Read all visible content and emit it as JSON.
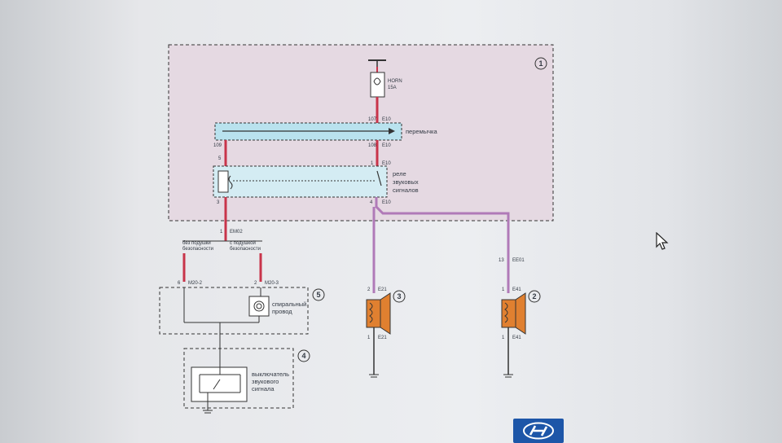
{
  "diagram": {
    "fuse": {
      "name": "HORN",
      "rating": "15A",
      "pin_top": "107",
      "connector_top": "E10"
    },
    "jumper": {
      "label": "перемычка",
      "pin_left": "109",
      "pin_right": "108",
      "connector": "E10"
    },
    "relay": {
      "label_line1": "реле",
      "label_line2": "звуковых",
      "label_line3": "сигналов",
      "pin_top_left": "5",
      "pin_top_right": "1",
      "pin_bottom_left": "3",
      "pin_bottom_right": "4",
      "connector_top": "E10",
      "connector_bottom": "E10"
    },
    "em_connector": {
      "pin": "1",
      "name": "EM02"
    },
    "branch_left": {
      "line1": "без подушки",
      "line2": "безопасности"
    },
    "branch_right": {
      "line1": "с подушкой",
      "line2": "безопасности"
    },
    "clock_spring": {
      "label_line1": "спиральный",
      "label_line2": "провод",
      "pin_left": "6",
      "conn_left": "M20-2",
      "pin_right": "2",
      "conn_right": "M20-3"
    },
    "horn_switch": {
      "label_line1": "выключатель",
      "label_line2": "звукового",
      "label_line3": "сигнала"
    },
    "horn_left": {
      "pin_top": "2",
      "conn_top": "E21",
      "pin_bottom": "1",
      "conn_bottom": "E21"
    },
    "horn_right": {
      "pin_top": "1",
      "conn_top": "E41",
      "pin_bottom": "1",
      "conn_bottom": "E41",
      "harness_pin": "13",
      "harness_conn": "EE01"
    },
    "callouts": [
      "1",
      "2",
      "3",
      "4",
      "5"
    ]
  },
  "colors": {
    "wire_red": "#c8344a",
    "wire_violet": "#b07ab8",
    "box_fill": "#e7dbe3",
    "jumper_fill": "#b9e2ee",
    "horn_fill": "#e08030",
    "logo_blue": "#1d56a8"
  },
  "icons": [
    "ground-icon",
    "fuse-icon",
    "horn-icon",
    "cursor-icon",
    "hyundai-logo"
  ]
}
